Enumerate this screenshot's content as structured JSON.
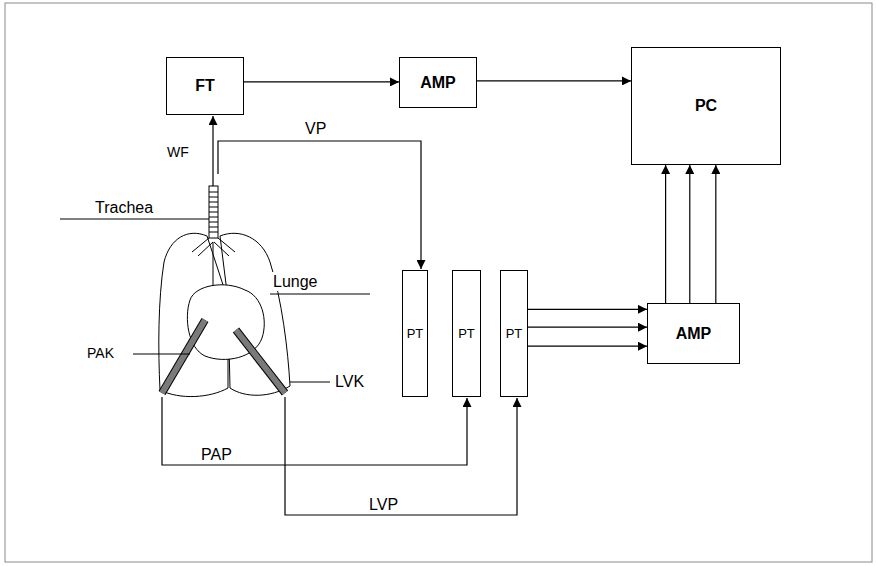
{
  "diagram": {
    "nodes": [
      {
        "text": [
          "FT"
        ]
      },
      {
        "text": [
          "AMP"
        ]
      },
      {
        "text": [
          "PC"
        ]
      },
      {
        "text": [
          "PT"
        ]
      },
      {
        "text": [
          "PT"
        ]
      },
      {
        "text": [
          "PT"
        ]
      },
      {
        "text": [
          "AMP"
        ]
      }
    ],
    "edges": [
      {
        "from": 0,
        "to": 1,
        "arrow": "to"
      },
      {
        "from": 1,
        "to": 2,
        "arrow": "to"
      },
      {
        "from": 5,
        "to": 6,
        "arrow": "to"
      },
      {
        "from": 5,
        "to": 6,
        "arrow": "to"
      },
      {
        "from": 5,
        "to": 6,
        "arrow": "to"
      },
      {
        "from": 6,
        "to": 2,
        "arrow": "to"
      },
      {
        "from": 6,
        "to": 2,
        "arrow": "to"
      },
      {
        "from": 6,
        "to": 2,
        "arrow": "to"
      }
    ],
    "labels": [
      "WF",
      "VP",
      "Trachea",
      "Lunge",
      "PAK",
      "LVK",
      "PAP",
      "LVP"
    ]
  }
}
